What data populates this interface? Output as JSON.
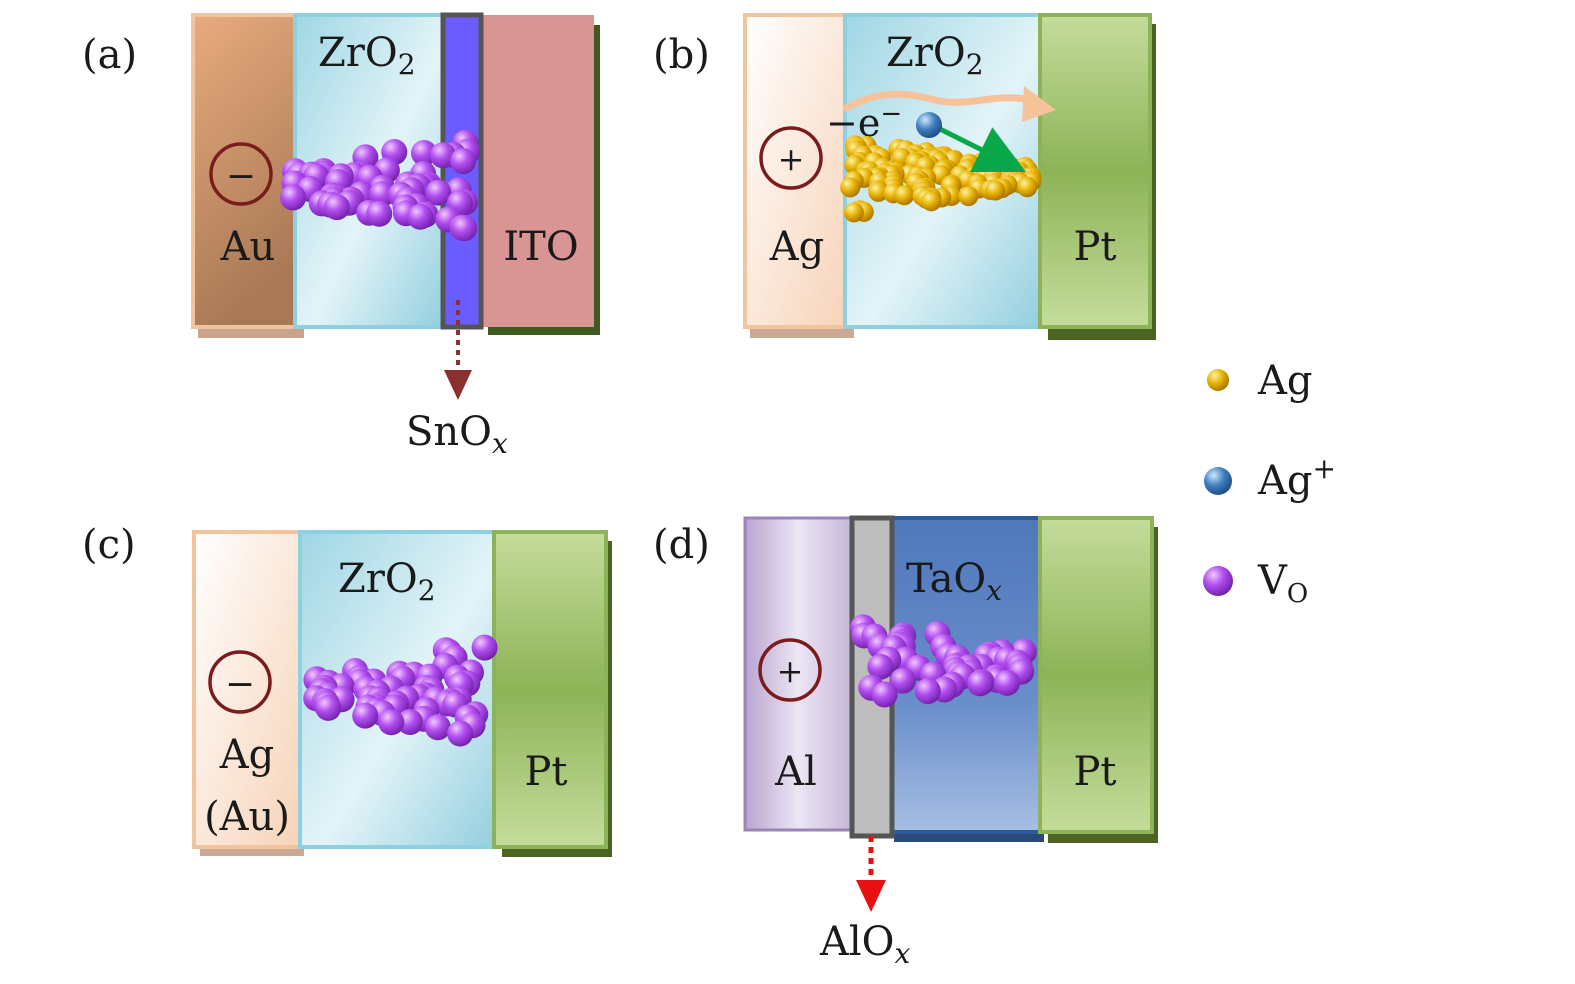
{
  "panels": {
    "a": {
      "tag": "(a)",
      "left_electrode": "Au",
      "oxide": "ZrO",
      "oxide_sub": "2",
      "right_electrode": "ITO",
      "interlayer": "SnO",
      "interlayer_sub": "x",
      "polarity": "−"
    },
    "b": {
      "tag": "(b)",
      "left_electrode": "Ag",
      "oxide": "ZrO",
      "oxide_sub": "2",
      "right_electrode": "Pt",
      "polarity": "+",
      "electron": "−e",
      "electron_sup": "−"
    },
    "c": {
      "tag": "(c)",
      "left_electrode": "Ag",
      "left_electrode_alt": "(Au)",
      "oxide": "ZrO",
      "oxide_sub": "2",
      "right_electrode": "Pt",
      "polarity": "−"
    },
    "d": {
      "tag": "(d)",
      "left_electrode": "Al",
      "oxide": "TaO",
      "oxide_sub": "x",
      "right_electrode": "Pt",
      "interlayer": "AlO",
      "interlayer_sub": "x",
      "polarity": "+"
    }
  },
  "legend": {
    "ag": {
      "label": "Ag"
    },
    "ag_ion": {
      "label": "Ag",
      "sup": "+"
    },
    "vo": {
      "label": "V",
      "sub": "O"
    }
  },
  "colors": {
    "vo_particle": "#b04ee8",
    "ag_particle": "#e6b100",
    "ag_ion": "#3f7fc0",
    "zro2": "#a8dbe6",
    "au": "#d9a27a",
    "ito": "#d99494",
    "pt": "#a6c86c",
    "taox": "#5f86c4",
    "al": "#c9b8dc",
    "sno": "#6a5cff"
  }
}
